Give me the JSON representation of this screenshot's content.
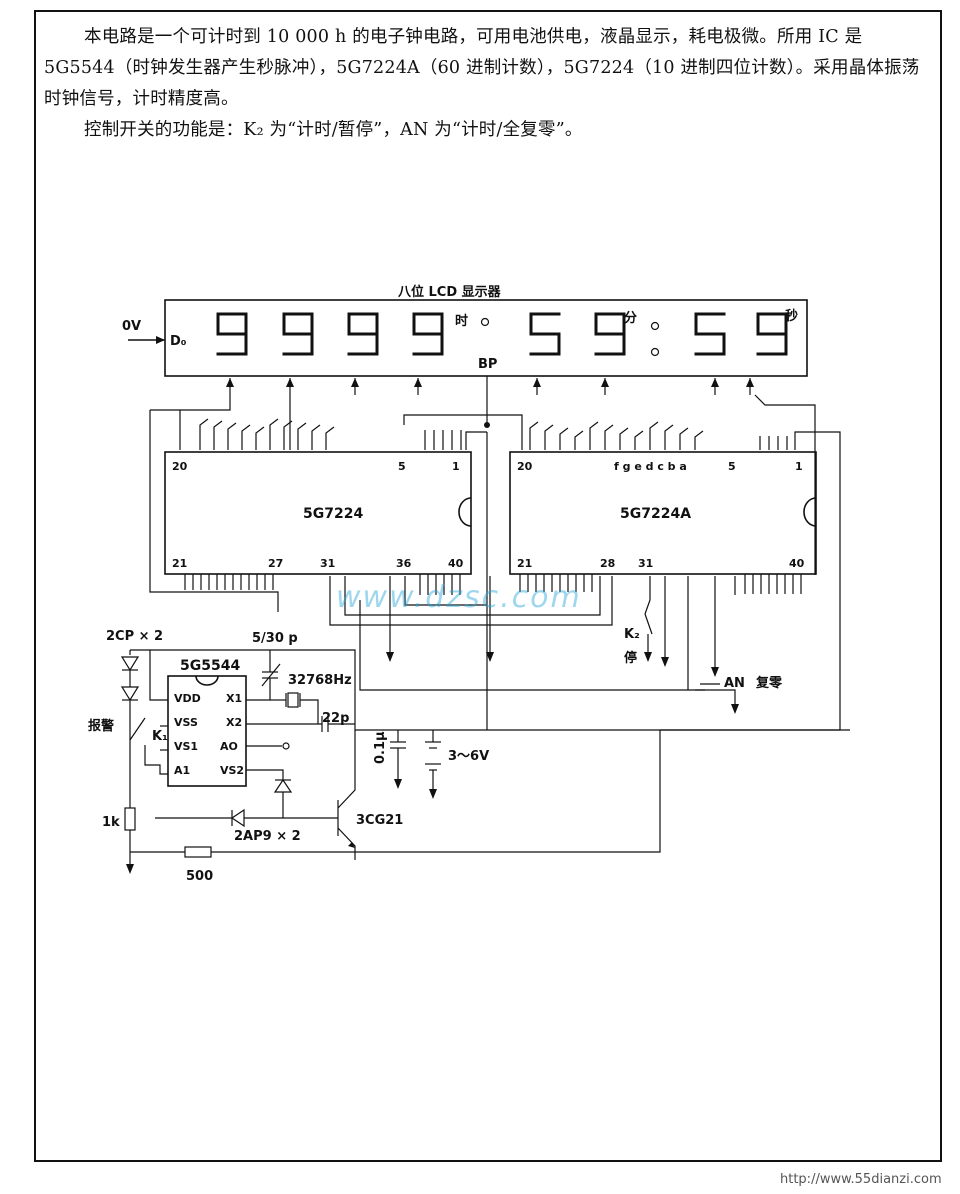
{
  "intro": {
    "line1": "本电路是一个可计时到 10 000 h 的电子钟电路，可用电池供电，液晶显示，耗电极微。所用 IC 是 5G5544（时钟发生器产生秒脉冲），5G7224A（60 进制计数），5G7224（10 进制四位计数）。采用晶体振荡时钟信号，计时精度高。",
    "line2": "控制开关的功能是：K₂ 为“计时/暂停”，AN 为“计时/全复零”。"
  },
  "display": {
    "title": "八位 LCD 显示器",
    "input_label": "0V",
    "d0_label": "D₀",
    "hour_label": "时",
    "minute_label": "分",
    "second_label": "秒",
    "bp_label": "BP",
    "digits": [
      "9",
      "9",
      "9",
      "9",
      "5",
      "9",
      "5",
      "9"
    ]
  },
  "chips": {
    "left": {
      "name": "5G7224",
      "pin20": "20",
      "pin5": "5",
      "pin1": "1",
      "pin21": "21",
      "pin27": "27",
      "pin31": "31",
      "pin36": "36",
      "pin40": "40"
    },
    "right": {
      "name": "5G7224A",
      "pin20": "20",
      "segments": "f g e d c b a",
      "pin5": "5",
      "pin1": "1",
      "pin21": "21",
      "pin28": "28",
      "pin31": "31",
      "pin40": "40"
    },
    "clock": {
      "name": "5G5544",
      "vdd": "VDD",
      "vss": "VSS",
      "vs1": "VS1",
      "a1": "A1",
      "x1": "X1",
      "x2": "X2",
      "ao": "AO",
      "vs2": "VS2"
    }
  },
  "components": {
    "diodes_top": "2CP × 2",
    "alarm": "报警",
    "k1": "K₁",
    "resistor_1k": "1k",
    "resistor_500": "500",
    "capacitor_trim": "5/30 p",
    "crystal": "32768Hz",
    "capacitor_22p": "22p",
    "capacitor_01u": "0.1μ",
    "battery": "3～6V",
    "diodes_bottom": "2AP9 × 2",
    "transistor": "3CG21",
    "k2": "K₂",
    "pause": "停",
    "an": "AN",
    "reset": "复零"
  },
  "watermark": "www.dzsc.com",
  "source": "http://www.55dianzi.com"
}
